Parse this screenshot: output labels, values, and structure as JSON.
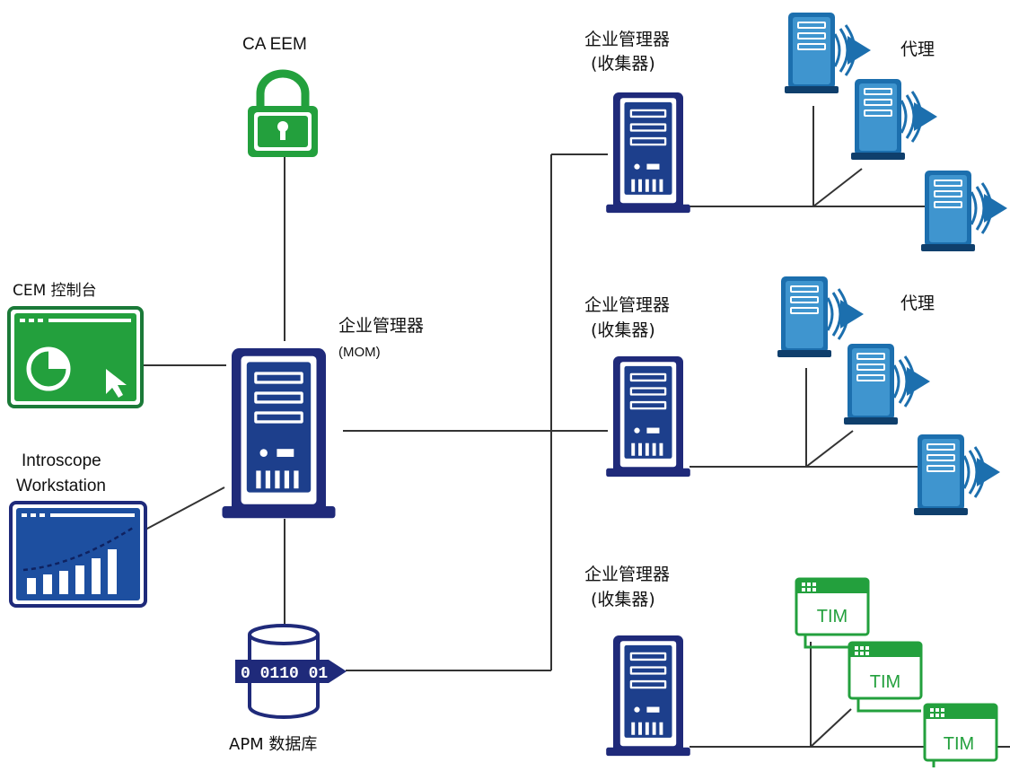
{
  "labels": {
    "ca_eem": "CA EEM",
    "cem_console": "CEM 控制台",
    "introscope_line1": "Introscope",
    "introscope_line2": "Workstation",
    "mom_line1": "企业管理器",
    "mom_line2": "(MOM)",
    "apm_db": "APM 数据库",
    "collector1_line1": "企业管理器",
    "collector1_line2": "(收集器)",
    "collector2_line1": "企业管理器",
    "collector2_line2": "(收集器)",
    "collector3_line1": "企业管理器",
    "collector3_line2": "(收集器)",
    "agents1": "代理",
    "agents2": "代理",
    "tim1": "TIM",
    "tim2": "TIM",
    "tim3": "TIM",
    "db_bits": "0 0110 01"
  },
  "colors": {
    "navy_outline": "#1f2a7a",
    "server_blue": "#1d3f8c",
    "agent_blue": "#1c6fae",
    "agent_light": "#3f95cf",
    "green": "#23a03d",
    "green_dark": "#137a2a",
    "line": "#333333"
  },
  "icons": {
    "lock": "lock-icon",
    "console": "pie-chart-console-icon",
    "workstation": "bar-chart-workstation-icon",
    "server": "server-tower-icon",
    "database": "database-icon",
    "agent": "agent-server-icon",
    "tim": "tim-appliance-icon"
  }
}
